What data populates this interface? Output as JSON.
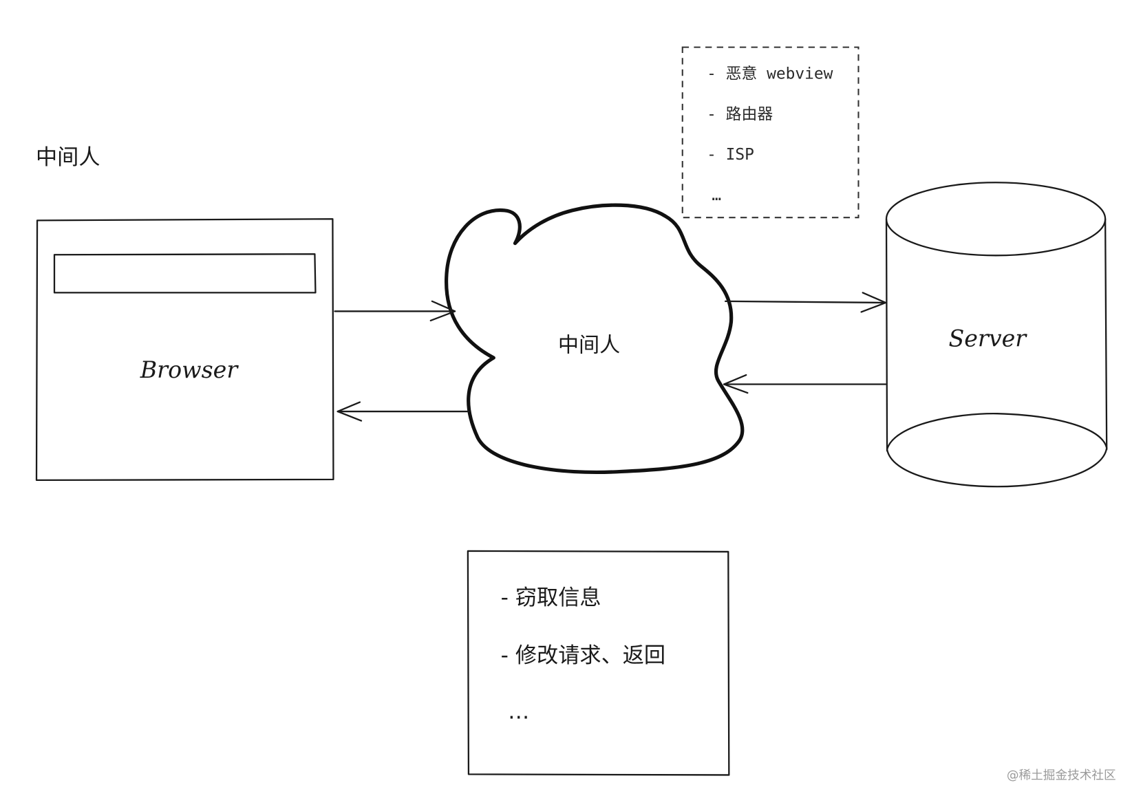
{
  "title": "中间人",
  "actors_box": {
    "items": [
      "- 恶意 webview",
      "- 路由器",
      "- ISP",
      "…"
    ]
  },
  "browser": {
    "label": "Browser"
  },
  "middleman": {
    "label": "中间人"
  },
  "server": {
    "label": "Server"
  },
  "effects_box": {
    "items": [
      "- 窃取信息",
      "- 修改请求、返回",
      "…"
    ]
  },
  "watermark": "@稀土掘金技术社区"
}
